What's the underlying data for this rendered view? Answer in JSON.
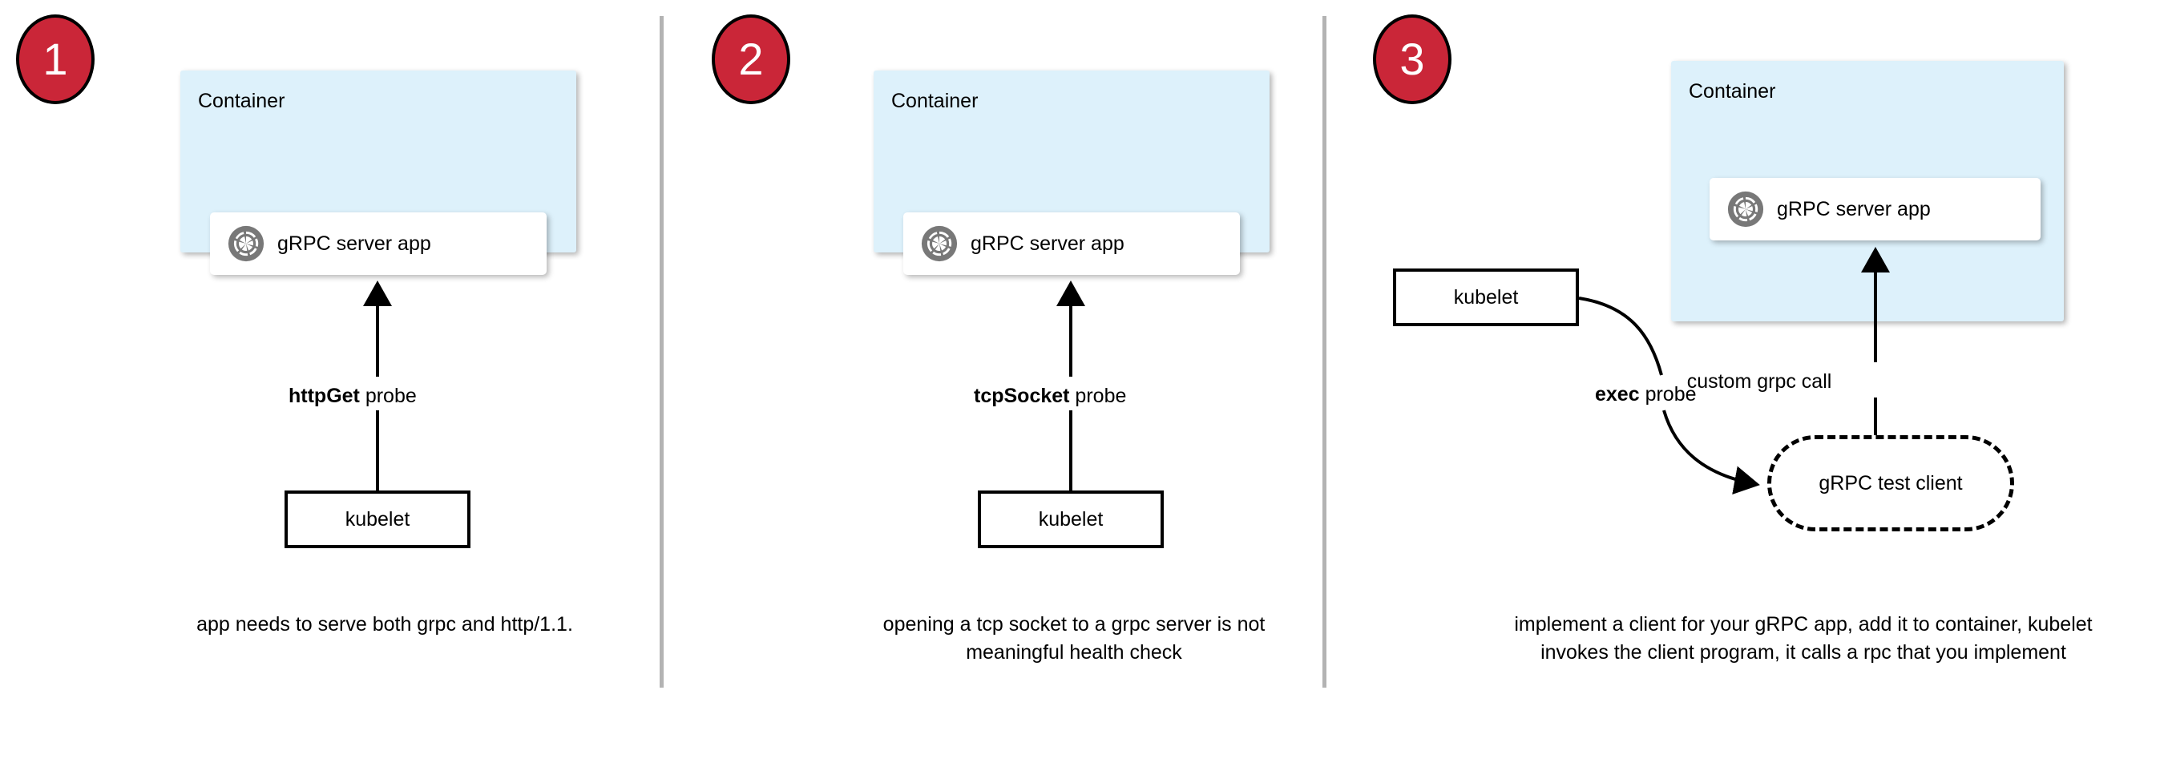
{
  "diagram": {
    "title": "gRPC health check probe options",
    "colors": {
      "badge_red": "#ca2638",
      "container_blue": "#ddf1fb",
      "divider_gray": "#b3b3b3",
      "icon_gray": "#787878",
      "stroke_black": "#000000",
      "card_white": "#ffffff"
    }
  },
  "panels": [
    {
      "number": "1",
      "container_label": "Container",
      "app_label": "gRPC server app",
      "app_icon": "grpc-logo-icon",
      "probe_label_bold": "httpGet",
      "probe_label_rest": " probe",
      "kubelet_label": "kubelet",
      "caption": "app needs to serve both grpc and http/1.1."
    },
    {
      "number": "2",
      "container_label": "Container",
      "app_label": "gRPC server app",
      "app_icon": "grpc-logo-icon",
      "probe_label_bold": "tcpSocket",
      "probe_label_rest": " probe",
      "kubelet_label": "kubelet",
      "caption": "opening a tcp socket to a grpc server is not meaningful health check"
    },
    {
      "number": "3",
      "container_label": "Container",
      "app_label": "gRPC server app",
      "app_icon": "grpc-logo-icon",
      "probe_label_bold": "exec",
      "probe_label_rest": " probe",
      "kubelet_label": "kubelet",
      "client_label": "gRPC test client",
      "call_label": "custom grpc call",
      "caption": "implement a client for your gRPC app, add it to container, kubelet invokes the client program, it calls a rpc that you implement"
    }
  ]
}
